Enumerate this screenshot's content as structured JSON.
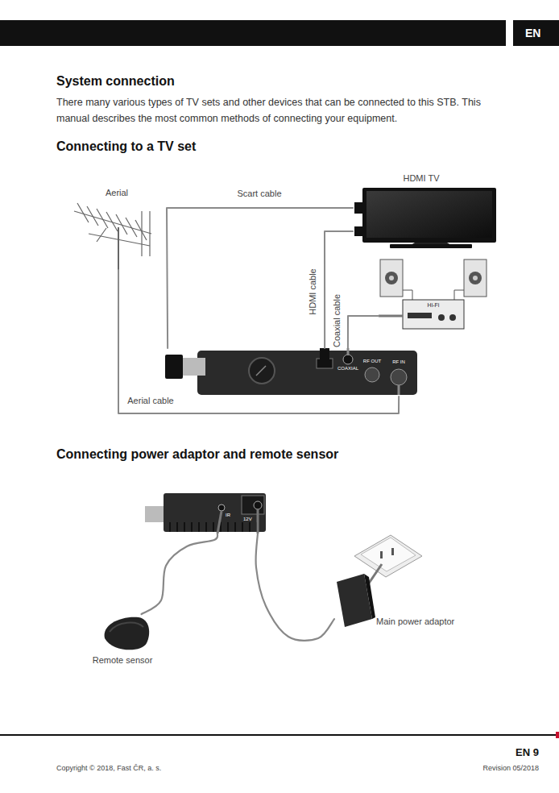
{
  "diagram": {
    "title": "System connection",
    "nodes": [
      {
        "text": [
          "Aerial"
        ]
      },
      {
        "text": [
          "HDMI TV"
        ]
      },
      {
        "text": [
          "Hi-Fi"
        ]
      },
      {
        "text": [
          "COAXIAL",
          "RF OUT",
          "RF IN"
        ]
      },
      {
        "text": [
          "IR",
          "12V"
        ]
      },
      {
        "text": [
          "Main power adaptor"
        ]
      },
      {
        "text": [
          "Remote sensor"
        ]
      }
    ],
    "edges": [
      {
        "from": 3,
        "to": 1,
        "label": "Scart cable",
        "arrow": "none"
      },
      {
        "from": 3,
        "to": 1,
        "label": "HDMI cable",
        "arrow": "none"
      },
      {
        "from": 3,
        "to": 2,
        "label": "Coaxial cable",
        "arrow": "none"
      },
      {
        "from": 0,
        "to": 3,
        "label": "Aerial cable",
        "arrow": "none"
      },
      {
        "from": 6,
        "to": 4,
        "arrow": "none"
      },
      {
        "from": 5,
        "to": 4,
        "arrow": "none"
      }
    ],
    "labels": [
      "EN",
      "There many various types of TV sets and other devices that can be connected to this STB. This manual describes the most common methods of connecting your equipment.",
      "Connecting to a TV set",
      "Connecting power adaptor and remote sensor",
      "EN 9",
      "Copyright © 2018, Fast ČR, a. s.",
      "Revision 05/2018"
    ]
  }
}
